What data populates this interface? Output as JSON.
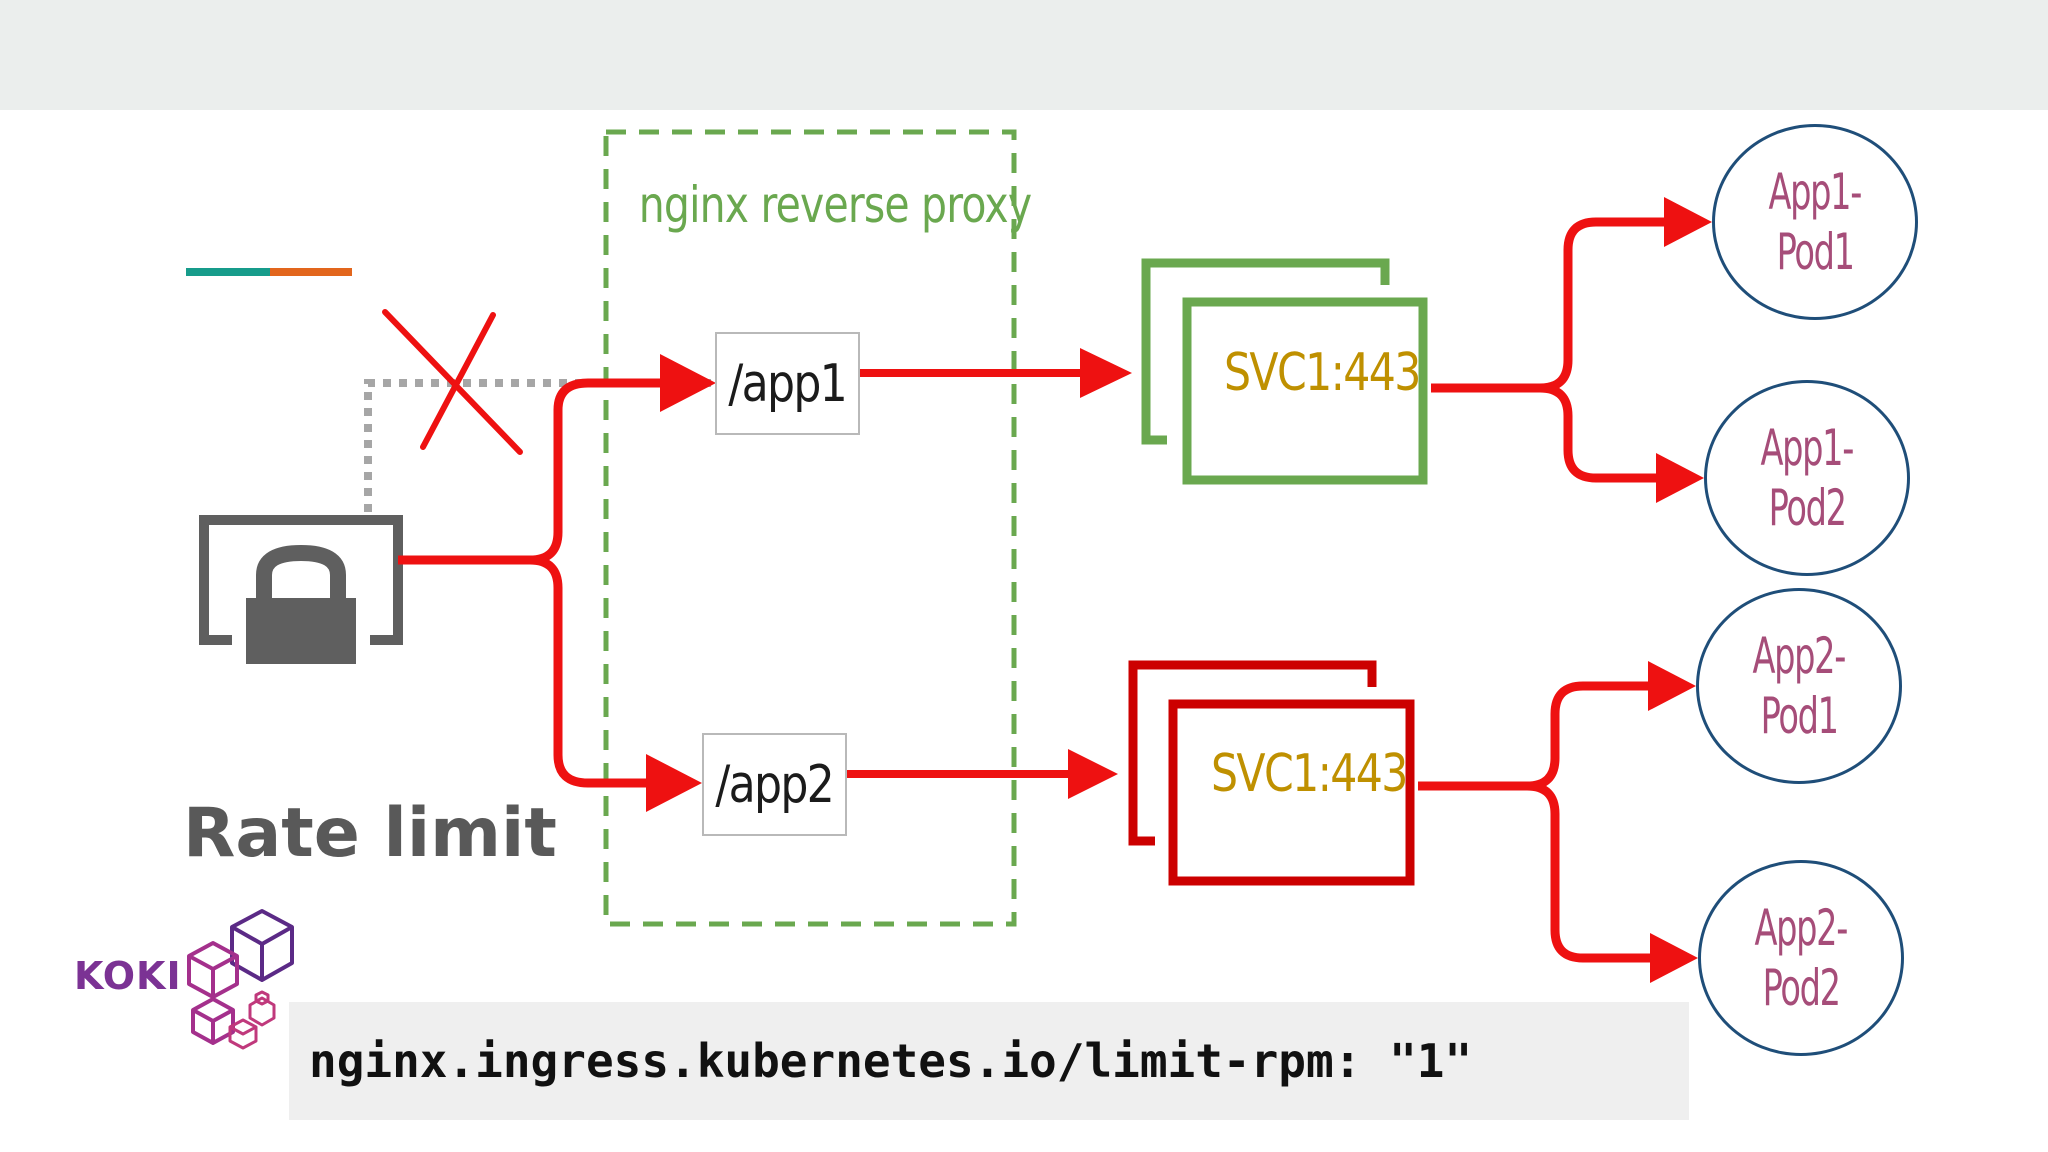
{
  "proxy": {
    "title": "nginx reverse proxy"
  },
  "routes": [
    {
      "path": "/app1"
    },
    {
      "path": "/app2"
    }
  ],
  "services": [
    {
      "label": "SVC1:443",
      "color": "#6aa84f"
    },
    {
      "label": "SVC1:443",
      "color": "#cc0000"
    }
  ],
  "pods": [
    {
      "line1": "App1-",
      "line2": "Pod1"
    },
    {
      "line1": "App1-",
      "line2": "Pod2"
    },
    {
      "line1": "App2-",
      "line2": "Pod1"
    },
    {
      "line1": "App2-",
      "line2": "Pod2"
    }
  ],
  "rate_limit": {
    "title": "Rate limit"
  },
  "annotation": {
    "code": "nginx.ingress.kubernetes.io/limit-rpm: \"1\""
  },
  "logo": {
    "text": "KOKI"
  },
  "colors": {
    "arrow": "#ee1111",
    "proxy_border": "#6aa84f",
    "pod_border": "#1f4e79",
    "pod_text": "#a64d79",
    "svc_text": "#bf9000",
    "accent_teal": "#179c8b",
    "accent_orange": "#e2661d"
  },
  "icons": {
    "client": "lock-icon",
    "blocked": "cross-icon",
    "logo": "cubes-icon"
  }
}
